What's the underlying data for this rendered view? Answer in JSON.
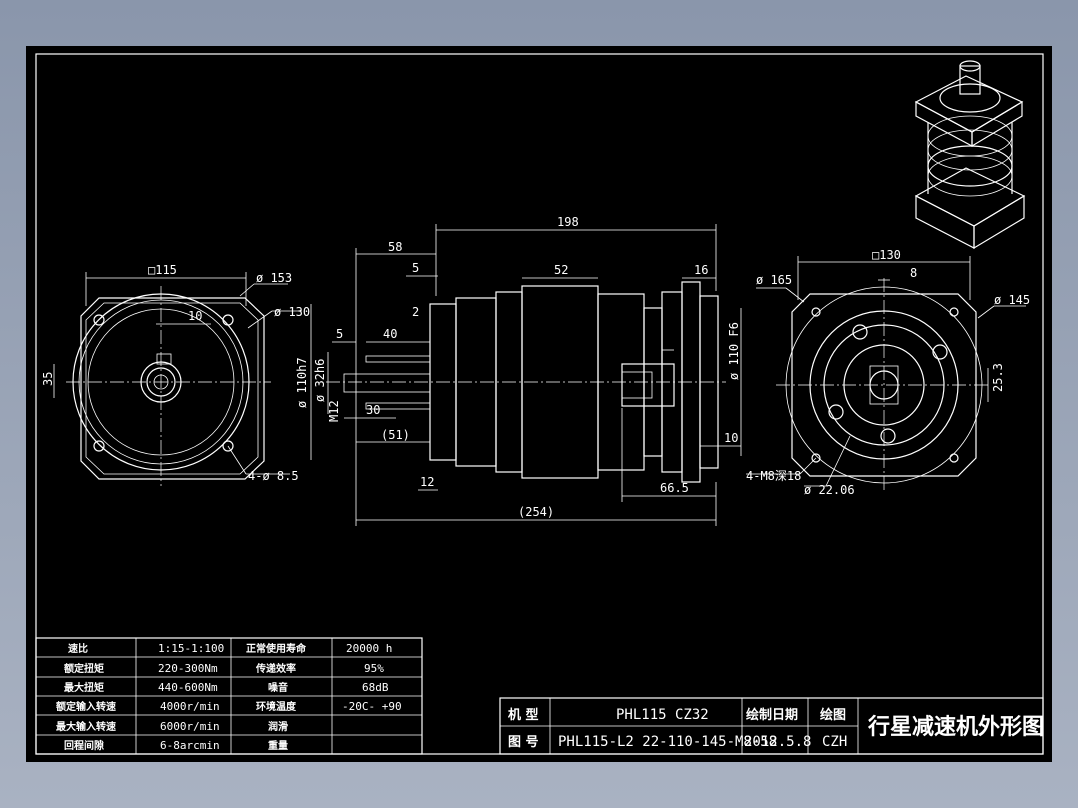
{
  "colors": {
    "background": "#8f9bb0",
    "sheet": "#000000",
    "lines": "#ffffff"
  },
  "left_view": {
    "d_square": "□115",
    "d_153": "ø 153",
    "d_130": "ø 130",
    "d_10": "10",
    "d_35": "35",
    "d_holes": "4-ø 8.5"
  },
  "side_view": {
    "d_198": "198",
    "d_58": "58",
    "d_5a": "5",
    "d_52": "52",
    "d_16": "16",
    "d_2": "2",
    "d_5b": "5",
    "d_40": "40",
    "d_110h7": "ø 110h7",
    "d_32h6": "ø 32h6",
    "d_m12": "M12",
    "d_30": "30",
    "d_51": "(51)",
    "d_110f6": "ø 110 F6",
    "d_10": "10",
    "d_12": "12",
    "d_665": "66.5",
    "d_254": "(254)"
  },
  "right_view": {
    "d_square": "□130",
    "d_8": "8",
    "d_165": "ø 165",
    "d_145": "ø 145",
    "d_253": "25.3",
    "d_holes": "4-M8深18",
    "d_2206": "ø 22.06"
  },
  "spec_table": {
    "rows": [
      {
        "label1": "速比",
        "value1": "1:15-1:100",
        "label2": "正常使用寿命",
        "value2": "20000 h"
      },
      {
        "label1": "额定扭矩",
        "value1": "220-300Nm",
        "label2": "传递效率",
        "value2": "95%"
      },
      {
        "label1": "最大扭矩",
        "value1": "440-600Nm",
        "label2": "噪音",
        "value2": "68dB"
      },
      {
        "label1": "额定输入转速",
        "value1": "4000r/min",
        "label2": "环境温度",
        "value2": "-20C- +90"
      },
      {
        "label1": "最大输入转速",
        "value1": "6000r/min",
        "label2": "润滑",
        "value2": ""
      },
      {
        "label1": "回程间隙",
        "value1": "6-8arcmin",
        "label2": "重量",
        "value2": ""
      }
    ]
  },
  "title_block": {
    "model_label": "机 型",
    "model_value": "PHL115 CZ32",
    "drawing_no_label": "图 号",
    "drawing_no_value": "PHL115-L2 22-110-145-M8-58",
    "date_label": "绘制日期",
    "date_value": "2012.5.8",
    "drawer_label": "绘图",
    "drawer_value": "CZH",
    "title": "行星减速机外形图"
  }
}
